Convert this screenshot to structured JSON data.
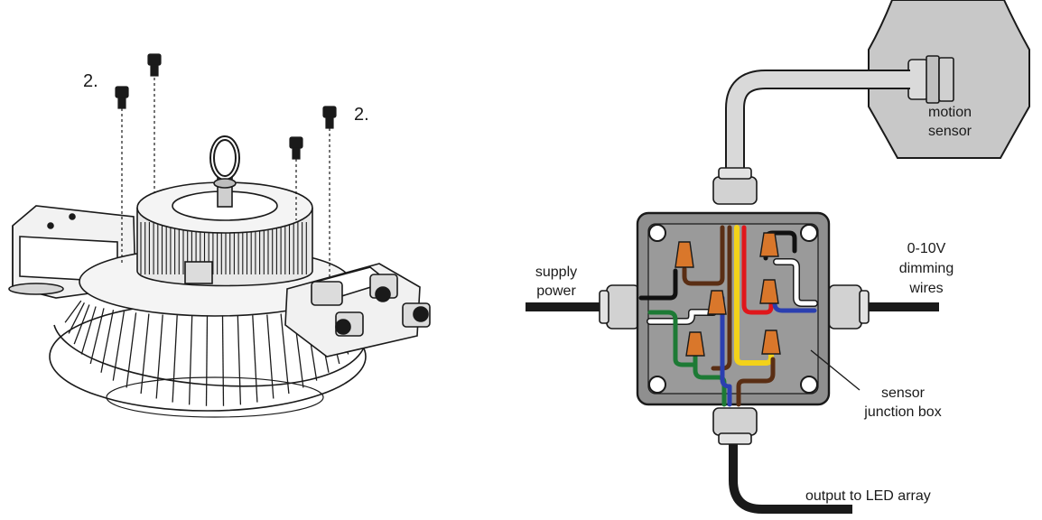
{
  "fixture": {
    "step_label_left": "2.",
    "step_label_right": "2."
  },
  "wiring": {
    "supply_power": [
      "supply",
      "power"
    ],
    "dimming_wires": [
      "0-10V",
      "dimming",
      "wires"
    ],
    "motion_sensor": [
      "motion",
      "sensor"
    ],
    "junction_box": [
      "sensor",
      "junction box"
    ],
    "output": "output to LED array"
  },
  "colors": {
    "box_fill": "#8f8f8f",
    "sensor_fill": "#c8c8c8",
    "wire_black": "#111111",
    "wire_brown": "#5a2e14",
    "wire_red": "#e0161b",
    "wire_yellow": "#f3d21a",
    "wire_blue": "#2b3fb0",
    "wire_green": "#1d7a35",
    "wire_white": "#ffffff",
    "wire_nut": "#d9772b"
  }
}
